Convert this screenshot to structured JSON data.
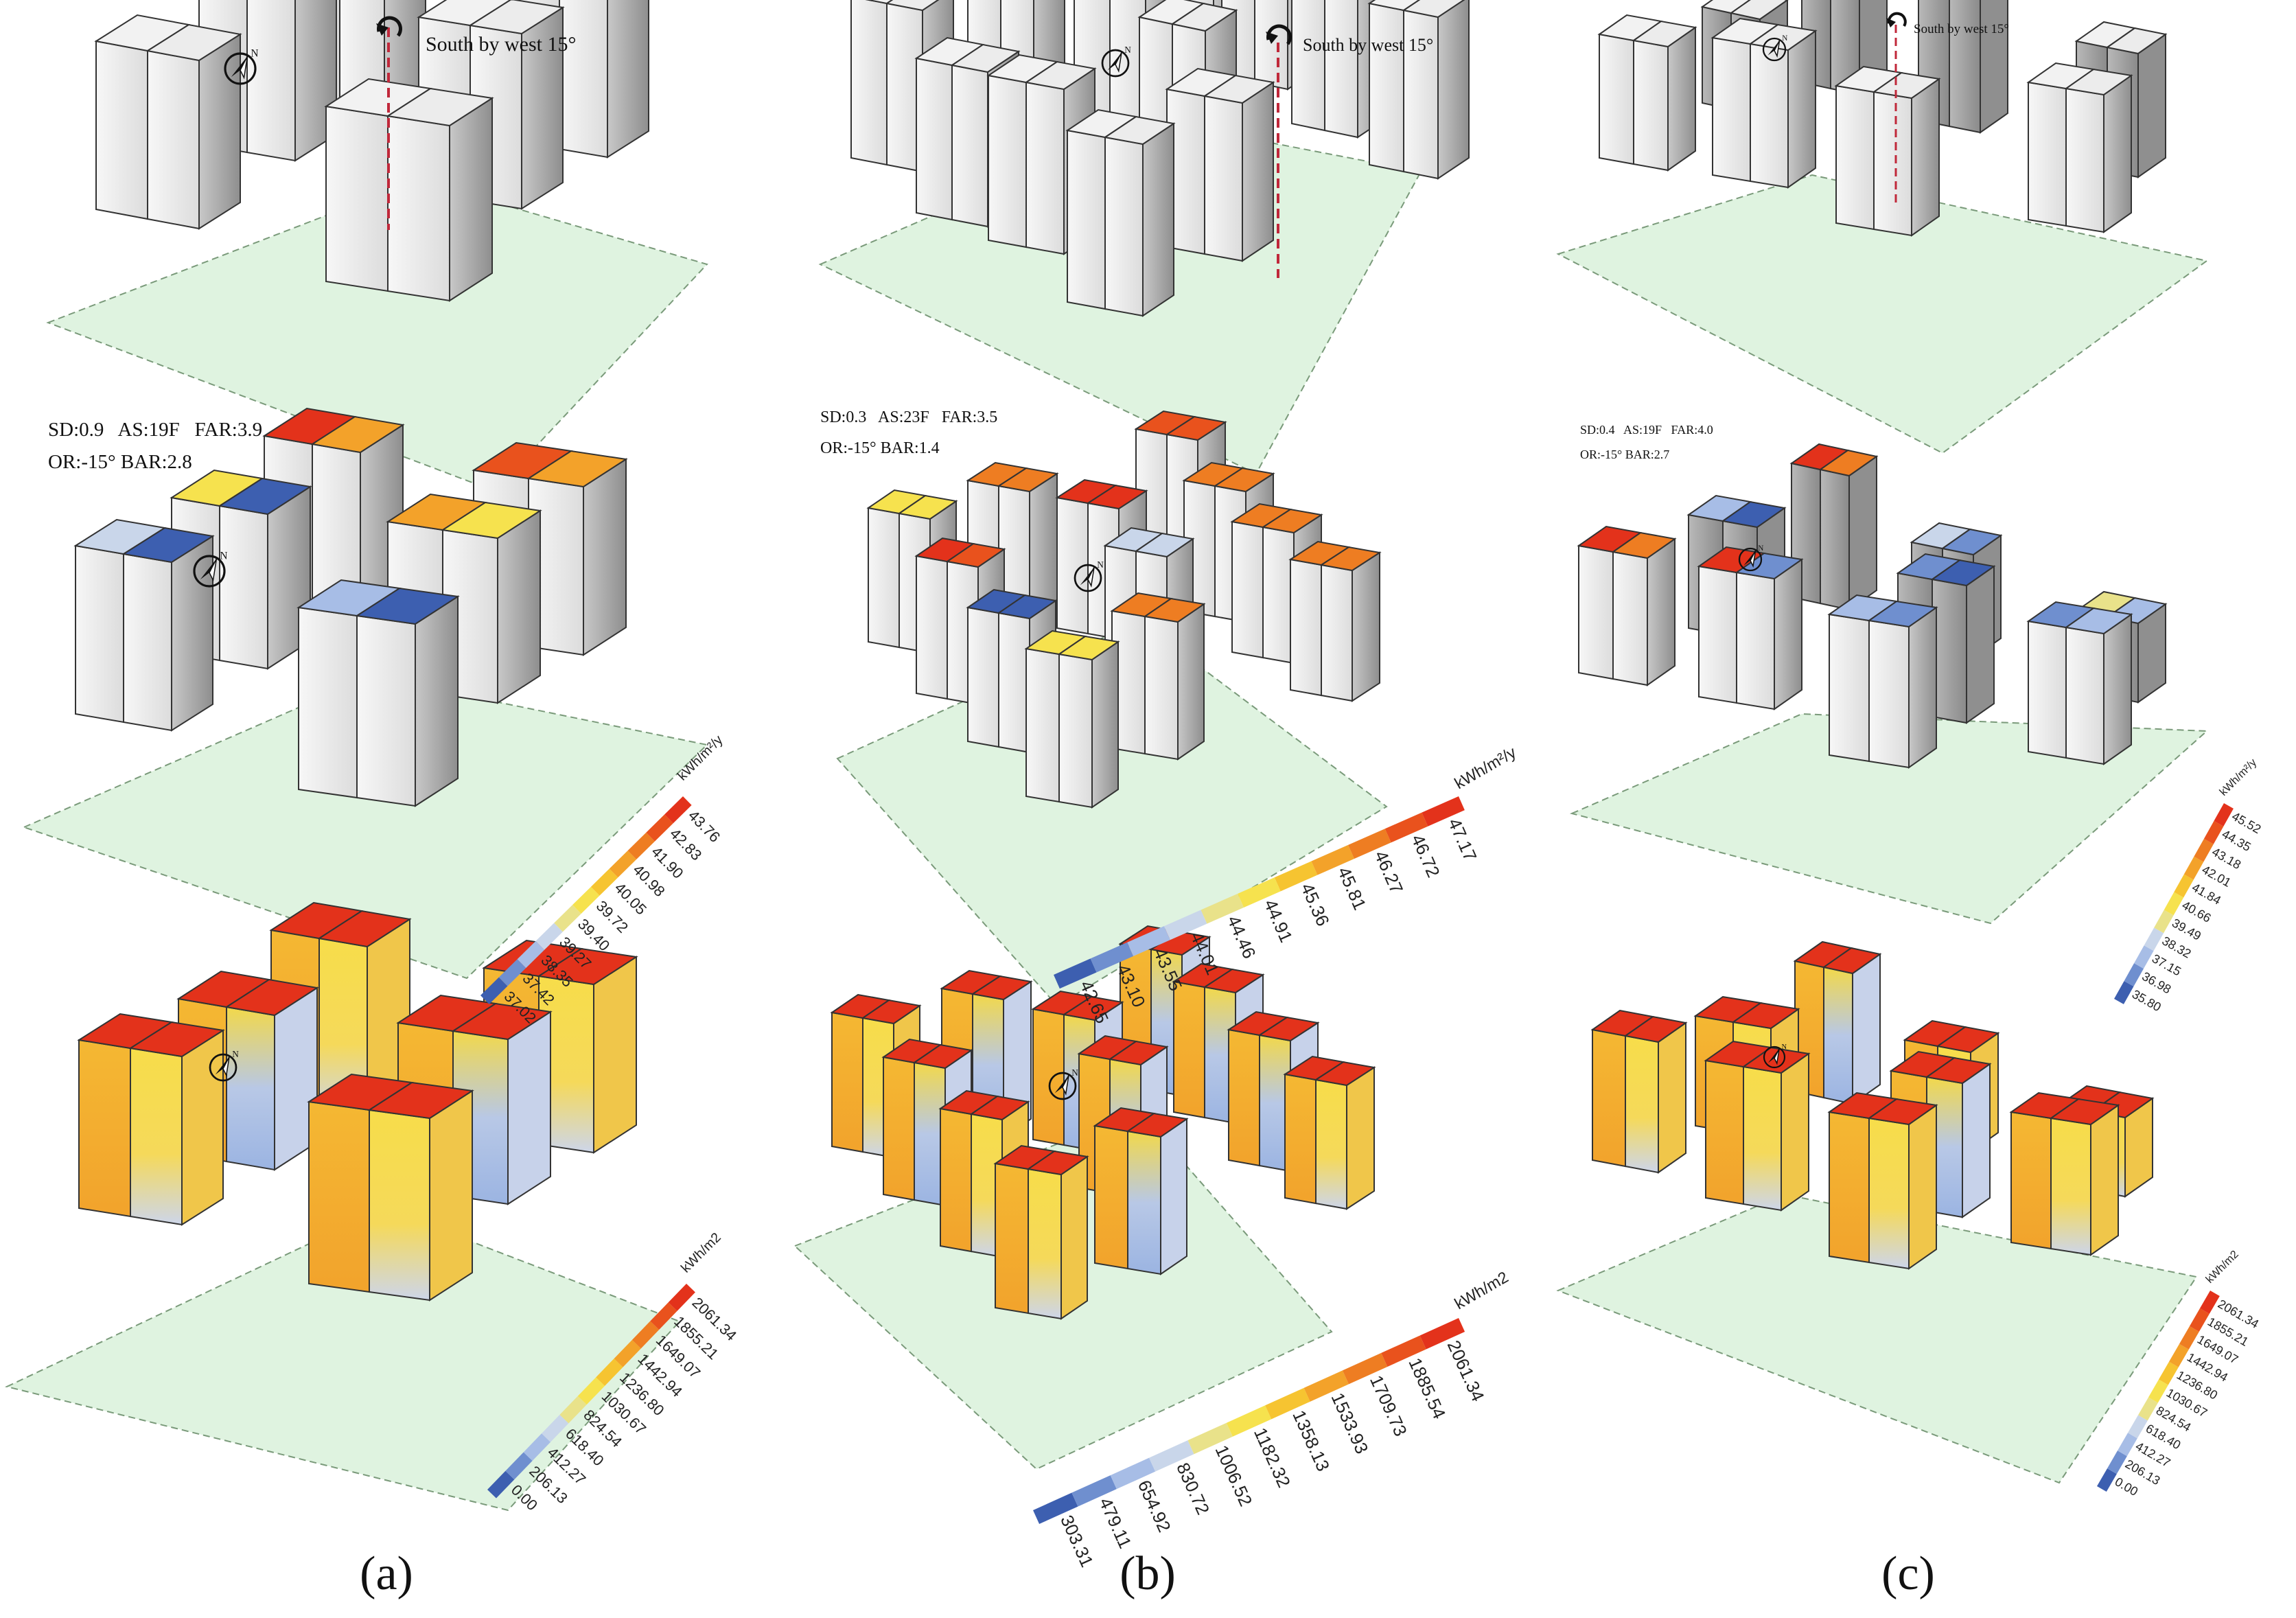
{
  "orientation_label": "South by west 15°",
  "north_symbol": "N",
  "panels": [
    {
      "caption": "(a)",
      "params_line1": "SD:0.9   AS:19F   FAR:3.9",
      "params_line2": "OR:-15° BAR:2.8"
    },
    {
      "caption": "(b)",
      "params_line1": "SD:0.3   AS:23F   FAR:3.5",
      "params_line2": "OR:-15° BAR:1.4"
    },
    {
      "caption": "(c)",
      "params_line1": "SD:0.4   AS:19F   FAR:4.0",
      "params_line2": "OR:-15° BAR:2.7"
    }
  ],
  "legends": {
    "row2": [
      {
        "unit": "kWh/m²/y",
        "ticks": [
          "43.76",
          "42.83",
          "41.90",
          "40.98",
          "40.05",
          "39.72",
          "39.40",
          "39.27",
          "38.35",
          "37.42",
          "37.02"
        ]
      },
      {
        "unit": "kWh/m²/y",
        "ticks": [
          "47.17",
          "46.72",
          "46.27",
          "45.81",
          "45.36",
          "44.91",
          "44.46",
          "44.01",
          "43.55",
          "43.10",
          "42.65"
        ]
      },
      {
        "unit": "kWh/m²/y",
        "ticks": [
          "45.52",
          "44.35",
          "43.18",
          "42.01",
          "41.84",
          "40.66",
          "39.49",
          "38.32",
          "37.15",
          "36.98",
          "35.80"
        ]
      }
    ],
    "row3": [
      {
        "unit": "kWh/m2",
        "ticks": [
          "2061.34",
          "1855.21",
          "1649.07",
          "1442.94",
          "1236.80",
          "1030.67",
          "824.54",
          "618.40",
          "412.27",
          "206.13",
          "0.00"
        ]
      },
      {
        "unit": "kWh/m2",
        "ticks": [
          "2061.34",
          "1885.54",
          "1709.73",
          "1533.93",
          "1358.13",
          "1182.32",
          "1006.52",
          "830.72",
          "654.92",
          "479.11",
          "303.31"
        ]
      },
      {
        "unit": "kWh/m2",
        "ticks": [
          "2061.34",
          "1855.21",
          "1649.07",
          "1442.94",
          "1236.80",
          "1030.67",
          "824.54",
          "618.40",
          "412.27",
          "206.13",
          "0.00"
        ]
      }
    ]
  },
  "colors": {
    "ground": "#dff3e0",
    "scale": [
      "#3d5fb0",
      "#6f8fcf",
      "#a7bde6",
      "#c9d6ea",
      "#e9e28a",
      "#f6e24e",
      "#f6c431",
      "#f3a22a",
      "#ee7d22",
      "#e9521d",
      "#e3321b"
    ]
  }
}
